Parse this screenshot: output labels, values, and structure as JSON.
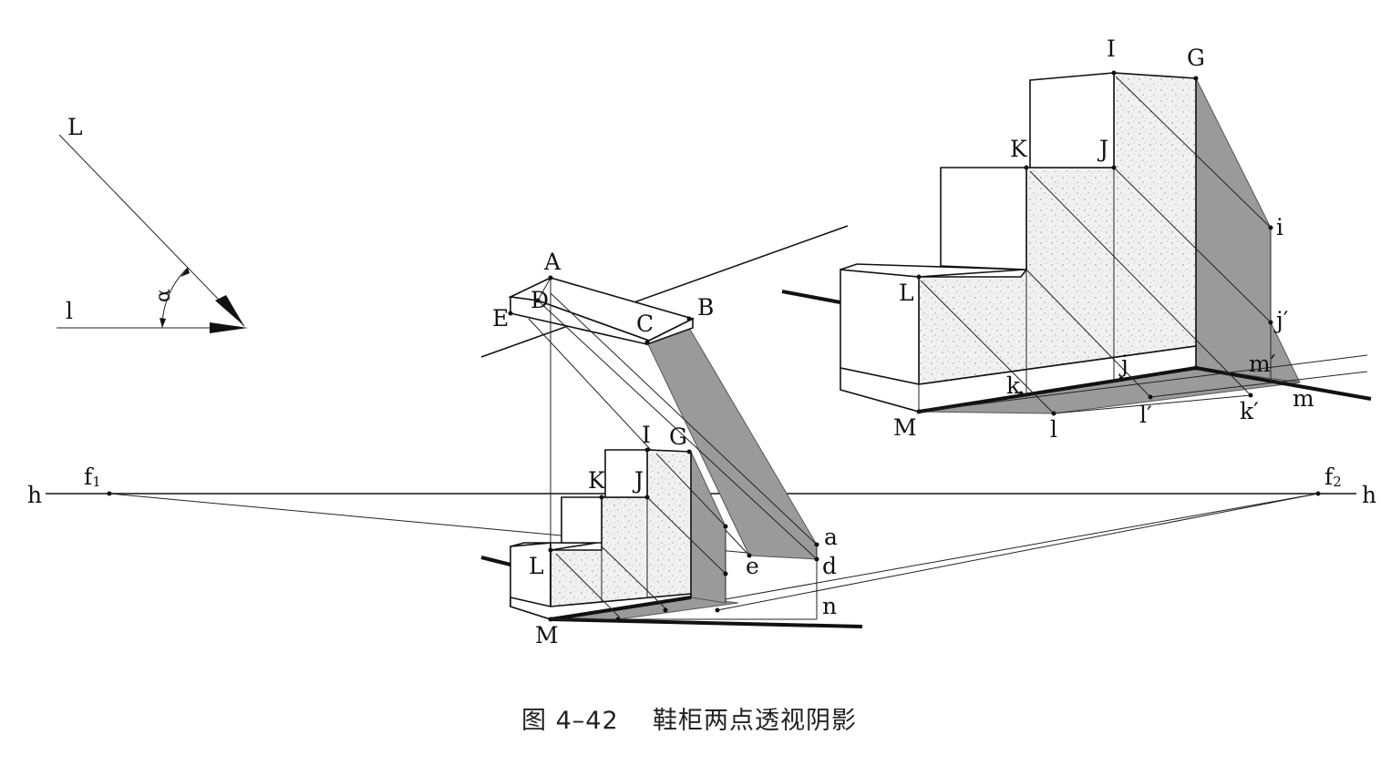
{
  "caption": {
    "figure": "图 4–42",
    "title": "鞋柜两点透视阴影"
  },
  "light_direction": {
    "ray_label": "L",
    "projection_label": "l",
    "angle_label": "α"
  },
  "horizon": {
    "left_label": "h",
    "right_label": "h",
    "vp_left": "f",
    "vp_left_sub": "1",
    "vp_right": "f",
    "vp_right_sub": "2"
  },
  "top_slab": {
    "labels": {
      "A": "A",
      "B": "B",
      "C": "C",
      "D": "D",
      "E": "E"
    }
  },
  "small_cabinet": {
    "labels": {
      "I": "I",
      "G": "G",
      "K": "K",
      "J": "J",
      "L": "L",
      "M": "M"
    },
    "shadow_labels": {
      "a": "a",
      "d": "d",
      "e": "e",
      "n": "n"
    }
  },
  "large_cabinet": {
    "labels": {
      "I": "I",
      "G": "G",
      "K": "K",
      "J": "J",
      "L": "L",
      "M": "M"
    },
    "shadow_labels": {
      "i": "i",
      "j_prime": "j′",
      "m_prime": "m′",
      "j": "j",
      "k": "k",
      "l": "l",
      "l_prime": "l′",
      "k_prime": "k′",
      "m": "m"
    }
  }
}
